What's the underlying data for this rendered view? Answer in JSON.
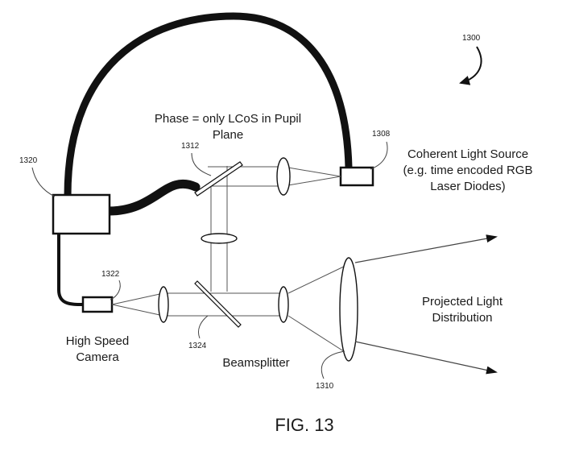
{
  "figure": {
    "reference_numeral": "1300",
    "caption": "FIG. 13"
  },
  "components": {
    "lcos": {
      "ref": "1312",
      "label_lines": [
        "Phase = only LCoS in Pupil",
        "Plane"
      ]
    },
    "light_source": {
      "ref": "1308",
      "label_lines": [
        "Coherent Light Source",
        "(e.g. time encoded RGB",
        "Laser Diodes)"
      ]
    },
    "controller": {
      "ref": "1320"
    },
    "camera": {
      "ref": "1322",
      "label_lines": [
        "High Speed",
        "Camera"
      ]
    },
    "beamsplitter": {
      "ref": "1324",
      "label": "Beamsplitter"
    },
    "projection_lens": {
      "ref": "1310"
    },
    "projection": {
      "label_lines": [
        "Projected Light",
        "Distribution"
      ]
    }
  },
  "colors": {
    "line": "#111111",
    "ray": "#555555",
    "text": "#1a1a1a"
  }
}
